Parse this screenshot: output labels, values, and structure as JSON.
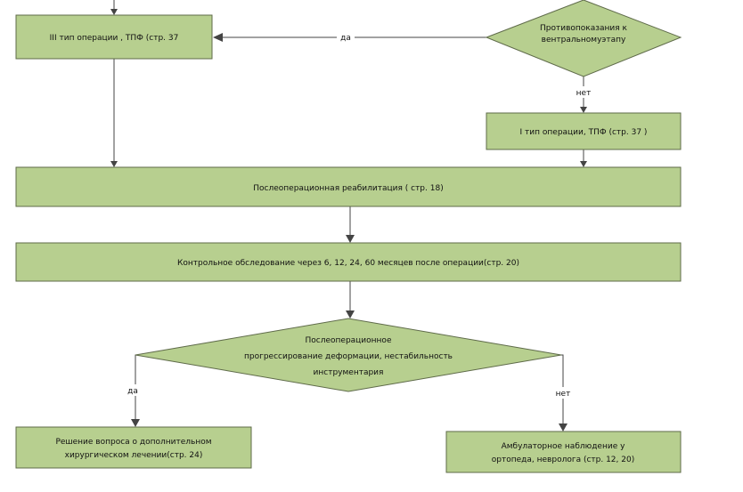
{
  "nodes": {
    "op3": "III тип операции , ТПФ (стр. 37",
    "contra": [
      "Противопоказания к",
      "вентральномуэтапу"
    ],
    "op1": "I тип операции, ТПФ (стр. 37 )",
    "rehab": "Послеоперационная реабилитация ( стр. 18)",
    "control": "Контрольное обследование через 6, 12, 24, 60 месяцев после операции(стр. 20)",
    "progress": [
      "Послеоперационное",
      "прогрессирование деформации, нестабильность",
      "инструментария"
    ],
    "surgery": [
      "Решение вопроса о дополнительном",
      "хирургическом лечении(стр. 24)"
    ],
    "ambulatory": [
      "Амбулаторное наблюдение у",
      "ортопеда, невролога (стр. 12, 20)"
    ]
  },
  "edge_labels": {
    "yes_top": "да",
    "no_top": "нет",
    "yes_bottom": "да",
    "no_bottom": "нет"
  },
  "colors": {
    "node_fill": "#b7cf8f",
    "node_stroke": "#5f6b4a",
    "connector": "#444444"
  }
}
